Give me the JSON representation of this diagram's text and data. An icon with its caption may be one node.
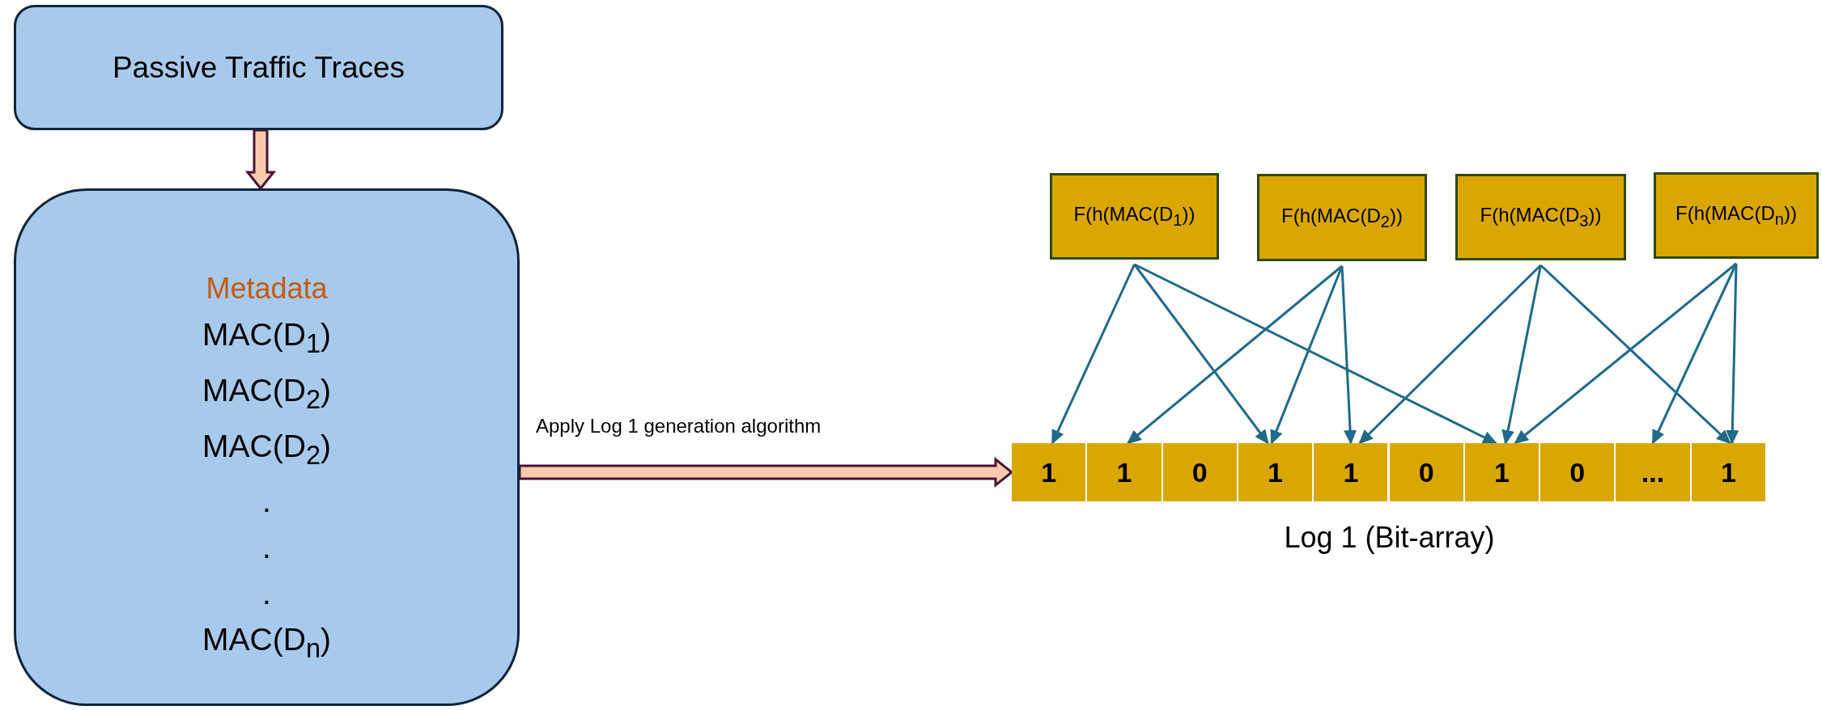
{
  "diagram": {
    "nodes": [
      {
        "text": [
          "Passive Traffic Traces"
        ]
      },
      {
        "text": [
          "Metadata",
          "MAC(D$_{1}$)",
          "MAC(D$_{2}$)",
          "MAC(D$_{2}$)",
          ".",
          ".",
          ".",
          "MAC(D$_{n}$)"
        ]
      },
      {
        "text": [
          "F(h(MAC(D$_{1}$))"
        ]
      },
      {
        "text": [
          "F(h(MAC(D$_{2}$))"
        ]
      },
      {
        "text": [
          "F(h(MAC(D$_{3}$))"
        ]
      },
      {
        "text": [
          "F(h(MAC(D$_{n}$))"
        ]
      },
      {
        "text": [
          "Log 1 (Bit-array)"
        ]
      },
      {
        "text": [
          "1"
        ],
        "in": 6
      },
      {
        "text": [
          "1"
        ],
        "in": 6
      },
      {
        "text": [
          "0"
        ],
        "in": 6
      },
      {
        "text": [
          "1"
        ],
        "in": 6
      },
      {
        "text": [
          "1"
        ],
        "in": 6
      },
      {
        "text": [
          "0"
        ],
        "in": 6
      },
      {
        "text": [
          "1"
        ],
        "in": 6
      },
      {
        "text": [
          "0"
        ],
        "in": 6
      },
      {
        "text": [
          "..."
        ],
        "in": 6
      },
      {
        "text": [
          "1"
        ],
        "in": 6
      }
    ],
    "edges": [
      {
        "from": 0,
        "to": 1,
        "arrow": "to",
        "style": "thick",
        "color": "#f8cbad"
      },
      {
        "from": 1,
        "to": 6,
        "arrow": "to",
        "style": "thick",
        "color": "#f8cbad",
        "label": "Apply Log 1 generation algorithm"
      },
      {
        "from": 2,
        "to": 7,
        "arrow": "to"
      },
      {
        "from": 2,
        "to": 10,
        "arrow": "to"
      },
      {
        "from": 2,
        "to": 13,
        "arrow": "to"
      },
      {
        "from": 3,
        "to": 8,
        "arrow": "to"
      },
      {
        "from": 3,
        "to": 10,
        "arrow": "to"
      },
      {
        "from": 3,
        "to": 11,
        "arrow": "to"
      },
      {
        "from": 4,
        "to": 11,
        "arrow": "to"
      },
      {
        "from": 4,
        "to": 13,
        "arrow": "to"
      },
      {
        "from": 4,
        "to": 16,
        "arrow": "to"
      },
      {
        "from": 5,
        "to": 13,
        "arrow": "to"
      },
      {
        "from": 5,
        "to": 15,
        "arrow": "to"
      },
      {
        "from": 5,
        "to": 16,
        "arrow": "to"
      }
    ]
  }
}
